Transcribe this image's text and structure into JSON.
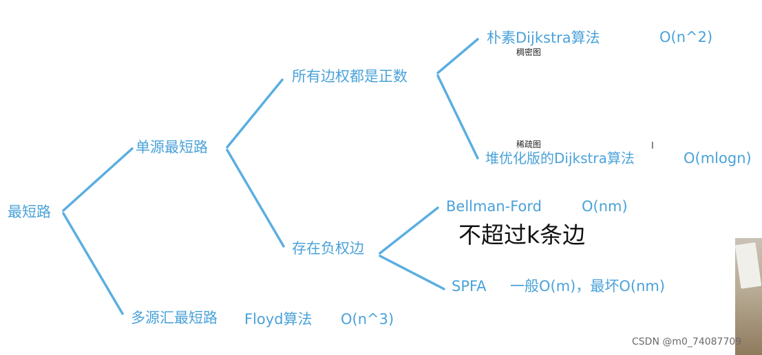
{
  "colors": {
    "node_text": "#4aa2d9",
    "edge": "#5aaee0",
    "note_text": "#111111"
  },
  "nodes": {
    "root": "最短路",
    "single_source": "单源最短路",
    "multi_source": "多源汇最短路",
    "floyd": "Floyd算法",
    "floyd_complexity": "O(n^3)",
    "all_positive": "所有边权都是正数",
    "has_negative": "存在负权边",
    "naive_dijkstra": "朴素Dijkstra算法",
    "naive_dijkstra_complexity": "O(n^2)",
    "heap_dijkstra": "堆优化版的Dijkstra算法",
    "heap_dijkstra_complexity": "O(mlogn)",
    "bellman_ford": "Bellman-Ford",
    "bellman_ford_complexity": "O(nm)",
    "spfa": "SPFA",
    "spfa_complexity": "一般O(m)，最坏O(nm)"
  },
  "notes": {
    "dense_graph": "稠密图",
    "sparse_graph": "稀疏图",
    "k_edges": "不超过k条边",
    "cursor": "I"
  },
  "watermark": "CSDN @m0_74087709"
}
